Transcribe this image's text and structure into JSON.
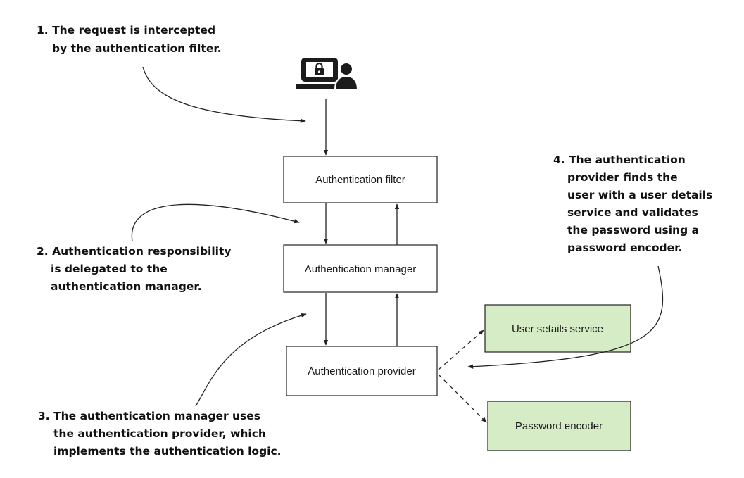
{
  "diagram": {
    "boxes": {
      "filter": "Authentication filter",
      "manager": "Authentication manager",
      "provider": "Authentication provider",
      "user_details": "User setails service",
      "encoder": "Password encoder"
    },
    "notes": {
      "note1": [
        "1. The request is intercepted",
        "by the authentication filter."
      ],
      "note2": [
        "2. Authentication responsibility",
        "is delegated to the",
        "authentication manager."
      ],
      "note3": [
        "3. The authentication manager uses",
        "the authentication provider, which",
        "implements the authentication logic."
      ],
      "note4": [
        "4. The authentication",
        "provider finds the",
        "user with a user details",
        "service and validates",
        "the password using a",
        "password encoder."
      ]
    },
    "icon": "laptop-user-lock-icon",
    "colors": {
      "box_fill": "#ffffff",
      "green_fill": "#d5ecc6",
      "stroke": "#222222"
    }
  }
}
